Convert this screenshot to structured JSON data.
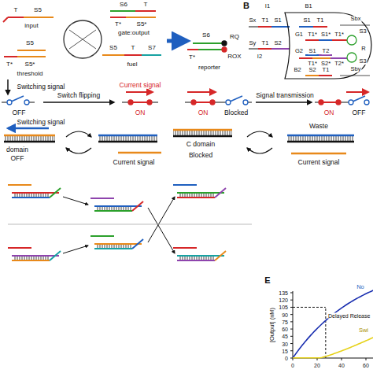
{
  "diagram": {
    "labels": [
      "T",
      "S5",
      "input",
      "S6",
      "T",
      "T*",
      "S5*",
      "gate:output",
      "S5",
      "T*",
      "S5*",
      "threshold",
      "S5",
      "T",
      "S7",
      "fuel",
      "S6",
      "RQ",
      "T*",
      "ROX",
      "reporter",
      "B",
      "I1",
      "B1",
      "Sx",
      "T1",
      "S1",
      "S1",
      "T1",
      "Sbx",
      "G1",
      "T1*",
      "S1*",
      "T1*",
      "S3",
      "Sy",
      "T1",
      "S2",
      "R",
      "I2",
      "G2",
      "S1",
      "T2",
      "T1*",
      "S2*",
      "T2*",
      "S3",
      "B2",
      "S2",
      "T1",
      "Sby",
      "Switching signal",
      "OFF",
      "Switch flipping",
      "Current signal",
      "ON",
      "ON",
      "Blocked",
      "Signal transmission",
      "ON",
      "OFF",
      "Switching signal",
      "domain",
      "OFF",
      "Current signal",
      "C domain",
      "Blocked",
      "Waste",
      "Current signal",
      "E",
      "[Output] (nM)",
      "0",
      "15",
      "30",
      "45",
      "60",
      "75",
      "90",
      "105",
      "120",
      "135",
      "0",
      "20",
      "40",
      "60",
      "Delayed Release",
      "No",
      "Swi"
    ]
  }
}
